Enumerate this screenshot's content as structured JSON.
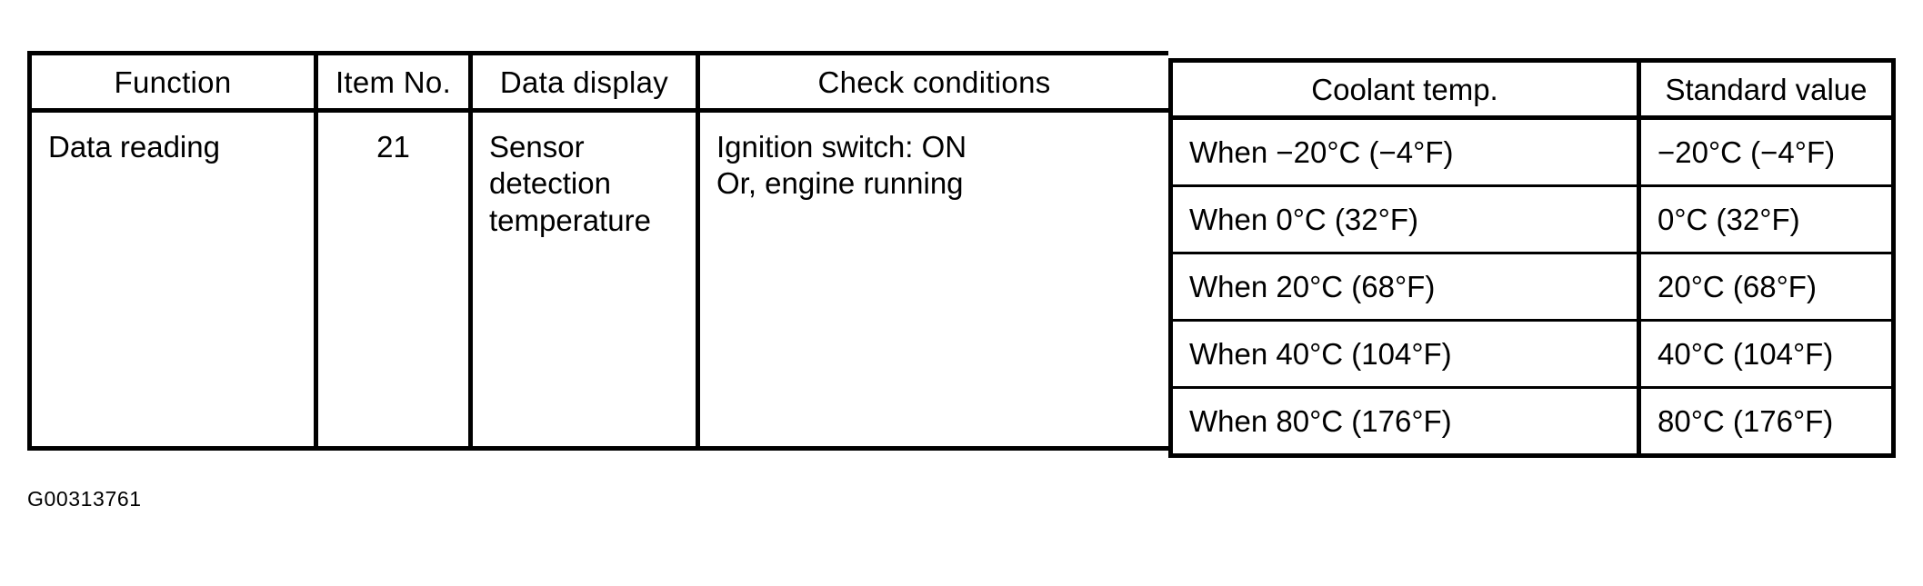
{
  "table": {
    "headers": {
      "function": "Function",
      "item_no": "Item No.",
      "data_display": "Data display",
      "check_conditions": "Check conditions",
      "coolant_temp": "Coolant temp.",
      "standard_value": "Standard value"
    },
    "row": {
      "function": "Data reading",
      "item_no": "21",
      "data_display_line1": "Sensor",
      "data_display_line2": "detection",
      "data_display_line3": "temperature",
      "check_conditions_line1": "Ignition switch: ON",
      "check_conditions_line2": "Or, engine running"
    },
    "measurements": [
      {
        "coolant_temp": "When −20°C (−4°F)",
        "standard_value": "−20°C (−4°F)"
      },
      {
        "coolant_temp": "When 0°C (32°F)",
        "standard_value": "0°C (32°F)"
      },
      {
        "coolant_temp": "When 20°C (68°F)",
        "standard_value": "20°C (68°F)"
      },
      {
        "coolant_temp": "When 40°C (104°F)",
        "standard_value": "40°C (104°F)"
      },
      {
        "coolant_temp": "When 80°C (176°F)",
        "standard_value": "80°C (176°F)"
      }
    ]
  },
  "caption": "G00313761",
  "colors": {
    "background": "#ffffff",
    "ink": "#000000"
  }
}
